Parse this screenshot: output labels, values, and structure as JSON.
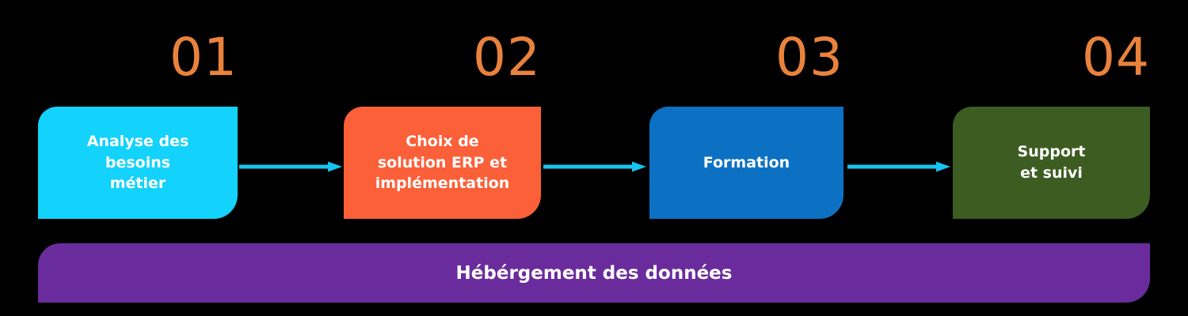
{
  "diagram": {
    "title_text": "",
    "background_color": "#000000",
    "accent_number_color": "#E8823C",
    "arrow_color": "#17C3F0",
    "steps": [
      {
        "number": "01",
        "label": "Analyse des\nbesoins\nmétier",
        "color": "#13D2FB",
        "text_color": "#ffffff"
      },
      {
        "number": "02",
        "label": "Choix de\nsolution ERP et\nimplémentation",
        "color": "#FB6039",
        "text_color": "#ffffff"
      },
      {
        "number": "03",
        "label": "Formation",
        "color": "#0C71C3",
        "text_color": "#ffffff"
      },
      {
        "number": "04",
        "label": "Support\net suivi",
        "color": "#3D5C22",
        "text_color": "#ffffff"
      }
    ],
    "connectors": [
      {
        "name": "arrow-1-to-2"
      },
      {
        "name": "arrow-2-to-3"
      },
      {
        "name": "arrow-3-to-4"
      }
    ],
    "footer": {
      "label": "Hébérgement des données",
      "color": "#6A2C9C",
      "text_color": "#ffffff"
    }
  }
}
